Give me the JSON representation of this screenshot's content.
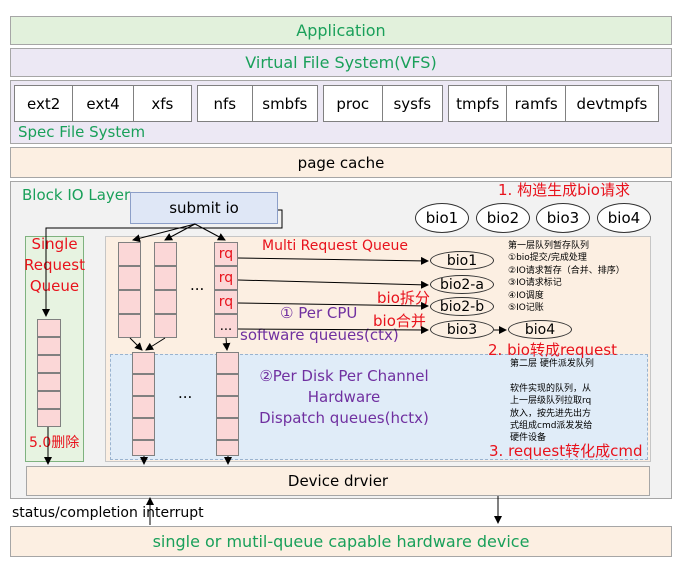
{
  "layers": {
    "application": "Application",
    "vfs": "Virtual File System(VFS)",
    "spec_fs": "Spec File System",
    "page_cache": "page cache",
    "block_io": "Block IO Layer",
    "device_driver": "Device drvier",
    "status": "status/completion interrupt",
    "hardware": "single or mutil-queue capable hardware device"
  },
  "filesystems": [
    [
      "ext2",
      "ext4",
      "xfs"
    ],
    [
      "nfs",
      "smbfs"
    ],
    [
      "proc",
      "sysfs"
    ],
    [
      "tmpfs",
      "ramfs",
      "devtmpfs"
    ]
  ],
  "block": {
    "step1": "1. 构造生成bio请求",
    "submit_io": "submit io",
    "bios": [
      "bio1",
      "bio2",
      "bio3",
      "bio4"
    ],
    "single_queue_lines": [
      "Single",
      "Request",
      "Queue"
    ],
    "removed": "5.0删除",
    "multi_queue": "Multi Request Queue",
    "rq_labels": [
      "rq",
      "rq",
      "rq",
      "..."
    ],
    "ellipsis": "...",
    "per_cpu": "① Per CPU",
    "sw_queues": "software queues(ctx)",
    "bio_split": "bio拆分",
    "bio_merge": "bio合并",
    "bio_chain": [
      "bio1",
      "bio2-a",
      "bio2-b",
      "bio3",
      "bio4"
    ],
    "step2": "2. bio转成request",
    "layer1_notes": [
      "第一层队列暂存队列",
      "①bio提交/完成处理",
      "②IO请求暂存（合并、排序）",
      "③IO请求标记",
      "④IO调度",
      "⑤IO记账"
    ],
    "hw_lines": [
      "②Per Disk Per Channel",
      "Hardware",
      "Dispatch queues(hctx)"
    ],
    "layer2_notes": [
      "第二层 硬件派发队列",
      "",
      "软件实现的队列，从",
      "上一层级队列拉取rq",
      "放入，按先进先出方",
      "式组成cmd派发发给",
      "硬件设备"
    ],
    "step3": "3. request转化成cmd"
  },
  "colors": {
    "green_band": "#e2f1dc",
    "purple_band": "#ece8f4",
    "peach_band": "#fcefe2",
    "queue_cell": "#fbd7d7",
    "red_text": "#e8121c",
    "green_text": "#1aa05a",
    "purple_text": "#7030a0"
  }
}
